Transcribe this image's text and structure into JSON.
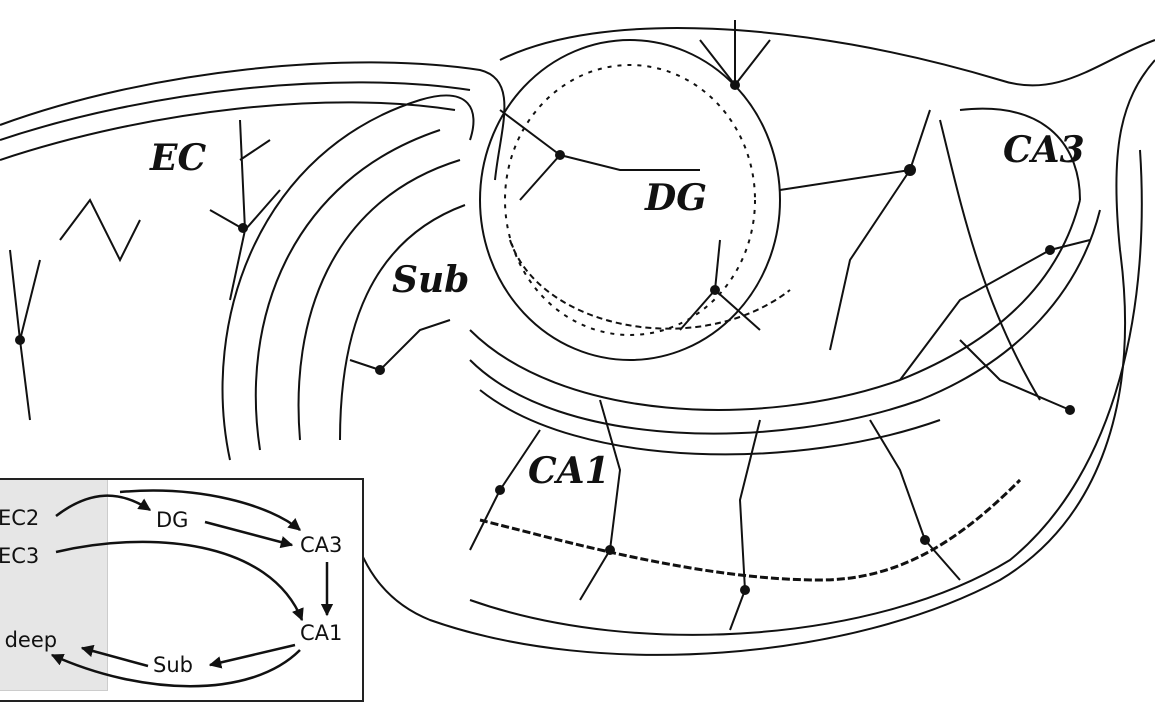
{
  "regions": {
    "ec": "EC",
    "dg": "DG",
    "ca3": "CA3",
    "sub": "Sub",
    "ca1": "CA1"
  },
  "inset": {
    "nodes": {
      "ec2": "EC2",
      "ec3": "EC3",
      "ec_deep": "EC deep",
      "dg": "DG",
      "ca3": "CA3",
      "ca1": "CA1",
      "sub": "Sub"
    }
  }
}
